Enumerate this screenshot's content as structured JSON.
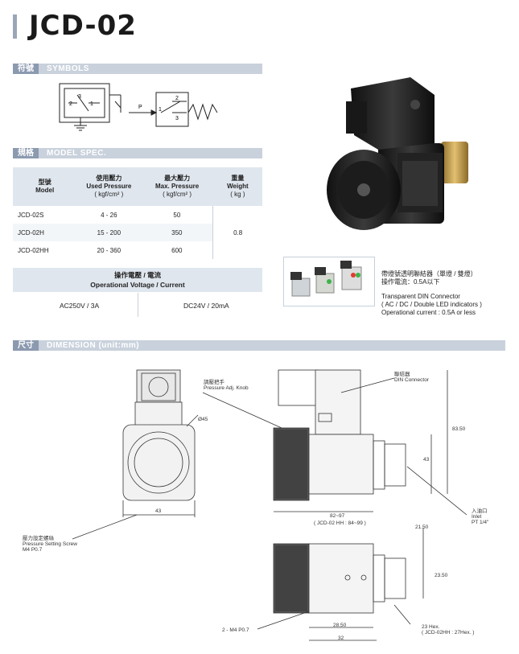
{
  "title": "JCD-02",
  "sections": {
    "symbols": {
      "zh": "符號",
      "en": "SYMBOLS"
    },
    "model_spec": {
      "zh": "規格",
      "en": "MODEL SPEC."
    },
    "dimension": {
      "zh": "尺寸",
      "en": "DIMENSION (unit:mm)"
    }
  },
  "symbols": {
    "pin3": "3",
    "pin2": "2",
    "pin1": "1",
    "p": "P",
    "s1": "1",
    "s2": "2",
    "s3": "3"
  },
  "spec_table": {
    "headers": {
      "model_zh": "型號",
      "model_en": "Model",
      "used_zh": "使用壓力",
      "used_en": "Used Pressure",
      "used_unit": "( kgf/cm² )",
      "max_zh": "最大壓力",
      "max_en": "Max. Pressure",
      "max_unit": "( kgf/cm² )",
      "weight_zh": "重量",
      "weight_en": "Weight",
      "weight_unit": "( kg )"
    },
    "rows": [
      {
        "model": "JCD-02S",
        "used": "4 - 26",
        "max": "50"
      },
      {
        "model": "JCD-02H",
        "used": "15 - 200",
        "max": "350"
      },
      {
        "model": "JCD-02HH",
        "used": "20 - 360",
        "max": "600"
      }
    ],
    "weight": "0.8"
  },
  "voltage": {
    "head_zh": "操作電壓 / 電流",
    "head_en": "Operational Voltage / Current",
    "ac": "AC250V / 3A",
    "dc": "DC24V / 20mA"
  },
  "din": {
    "zh1": "帶燈號透明聯結器（單燈 / 雙燈）",
    "zh2": "操作電流：0.5A以下",
    "en1": "Transparent DIN Connector",
    "en2": "( AC / DC / Double LED indicators )",
    "en3": "Operational current : 0.5A or less"
  },
  "dimension": {
    "knob_zh": "調壓把手",
    "knob_en": "Pressure Adj. Knob",
    "conn_zh": "聯結器",
    "conn_en": "DIN Connector",
    "phi45": "Ø45",
    "d83_50": "83.50",
    "d43v": "43",
    "d43h": "43",
    "d82_97": "82~97",
    "d82_97_hh": "( JCD-02 HH : 84~99 )",
    "inlet_zh": "入油口",
    "inlet_en": "Inlet",
    "inlet_pt": "PT 1/4\"",
    "screw_zh": "壓力設定螺絲",
    "screw_en": "Pressure Setting Screw",
    "screw_m4": "M4  P0.7",
    "d21_50": "21.50",
    "d23_50": "23.50",
    "m4_2": "2 - M4 P0.7",
    "d28_50": "28.50",
    "d32": "32",
    "hex": "23 Hex.",
    "hex_hh": "( JCD-02HH : 27Hex. )"
  }
}
